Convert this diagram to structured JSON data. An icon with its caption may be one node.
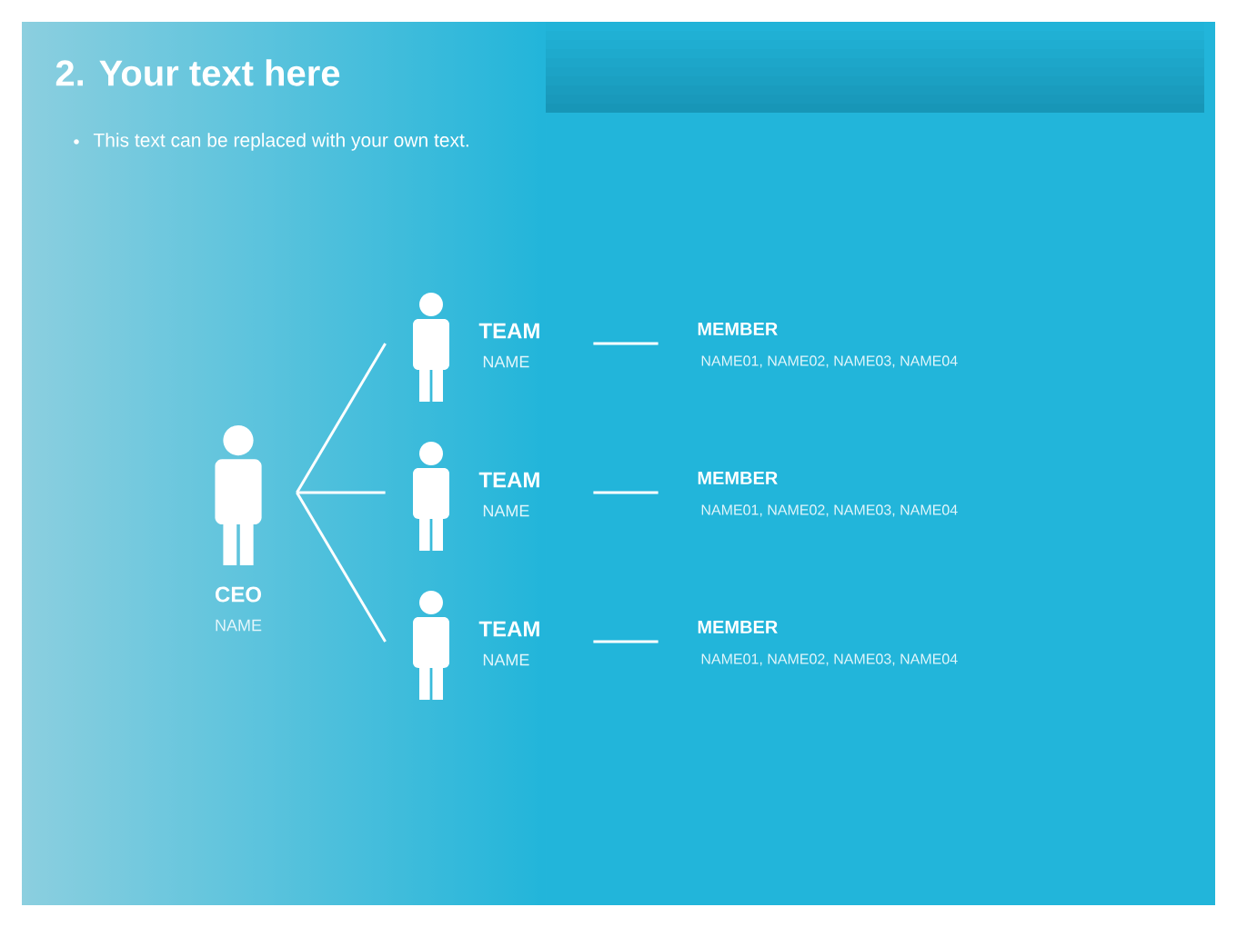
{
  "diagram": {
    "title": "2. Your text here",
    "nodes": [
      {
        "text": [
          "CEO",
          "NAME"
        ]
      },
      {
        "text": [
          "TEAM",
          "NAME"
        ]
      },
      {
        "text": [
          "TEAM",
          "NAME"
        ]
      },
      {
        "text": [
          "TEAM",
          "NAME"
        ]
      },
      {
        "text": [
          "MEMBER",
          "NAME01, NAME02, NAME03, NAME04"
        ]
      },
      {
        "text": [
          "MEMBER",
          "NAME01, NAME02, NAME03, NAME04"
        ]
      },
      {
        "text": [
          "MEMBER",
          "NAME01, NAME02, NAME03, NAME04"
        ]
      }
    ],
    "edges": [
      {
        "from": 0,
        "to": 1,
        "arrow": "none"
      },
      {
        "from": 0,
        "to": 2,
        "arrow": "none"
      },
      {
        "from": 0,
        "to": 3,
        "arrow": "none"
      },
      {
        "from": 1,
        "to": 4,
        "arrow": "none"
      },
      {
        "from": 2,
        "to": 5,
        "arrow": "none"
      },
      {
        "from": 3,
        "to": 6,
        "arrow": "none"
      }
    ],
    "labels": [
      "This text can be replaced with your own text."
    ]
  }
}
